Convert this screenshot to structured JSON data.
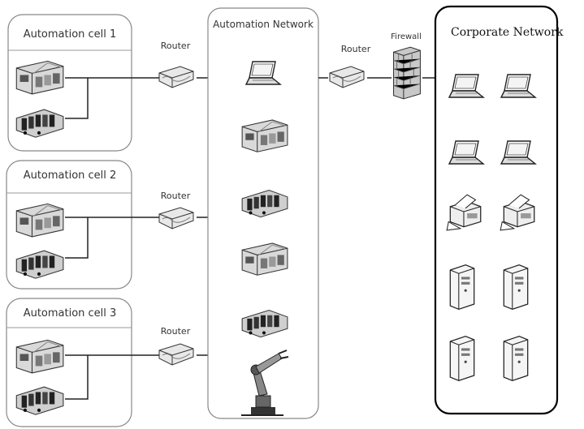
{
  "cells": [
    {
      "title": "Automation cell 1",
      "router_label": "Router"
    },
    {
      "title": "Automation cell 2",
      "router_label": "Router"
    },
    {
      "title": "Automation cell 3",
      "router_label": "Router"
    }
  ],
  "automation_network": {
    "title": "Automation Network"
  },
  "uplink": {
    "router_label": "Router",
    "firewall_label": "Firewall"
  },
  "corporate_network": {
    "title": "Corporate Network"
  },
  "icons": {
    "plc_rack": "plc-rack-icon",
    "io_module": "io-module-icon",
    "router": "router-icon",
    "laptop": "laptop-icon",
    "robot_arm": "robot-arm-icon",
    "firewall": "firewall-icon",
    "printer": "printer-icon",
    "server": "server-icon"
  }
}
